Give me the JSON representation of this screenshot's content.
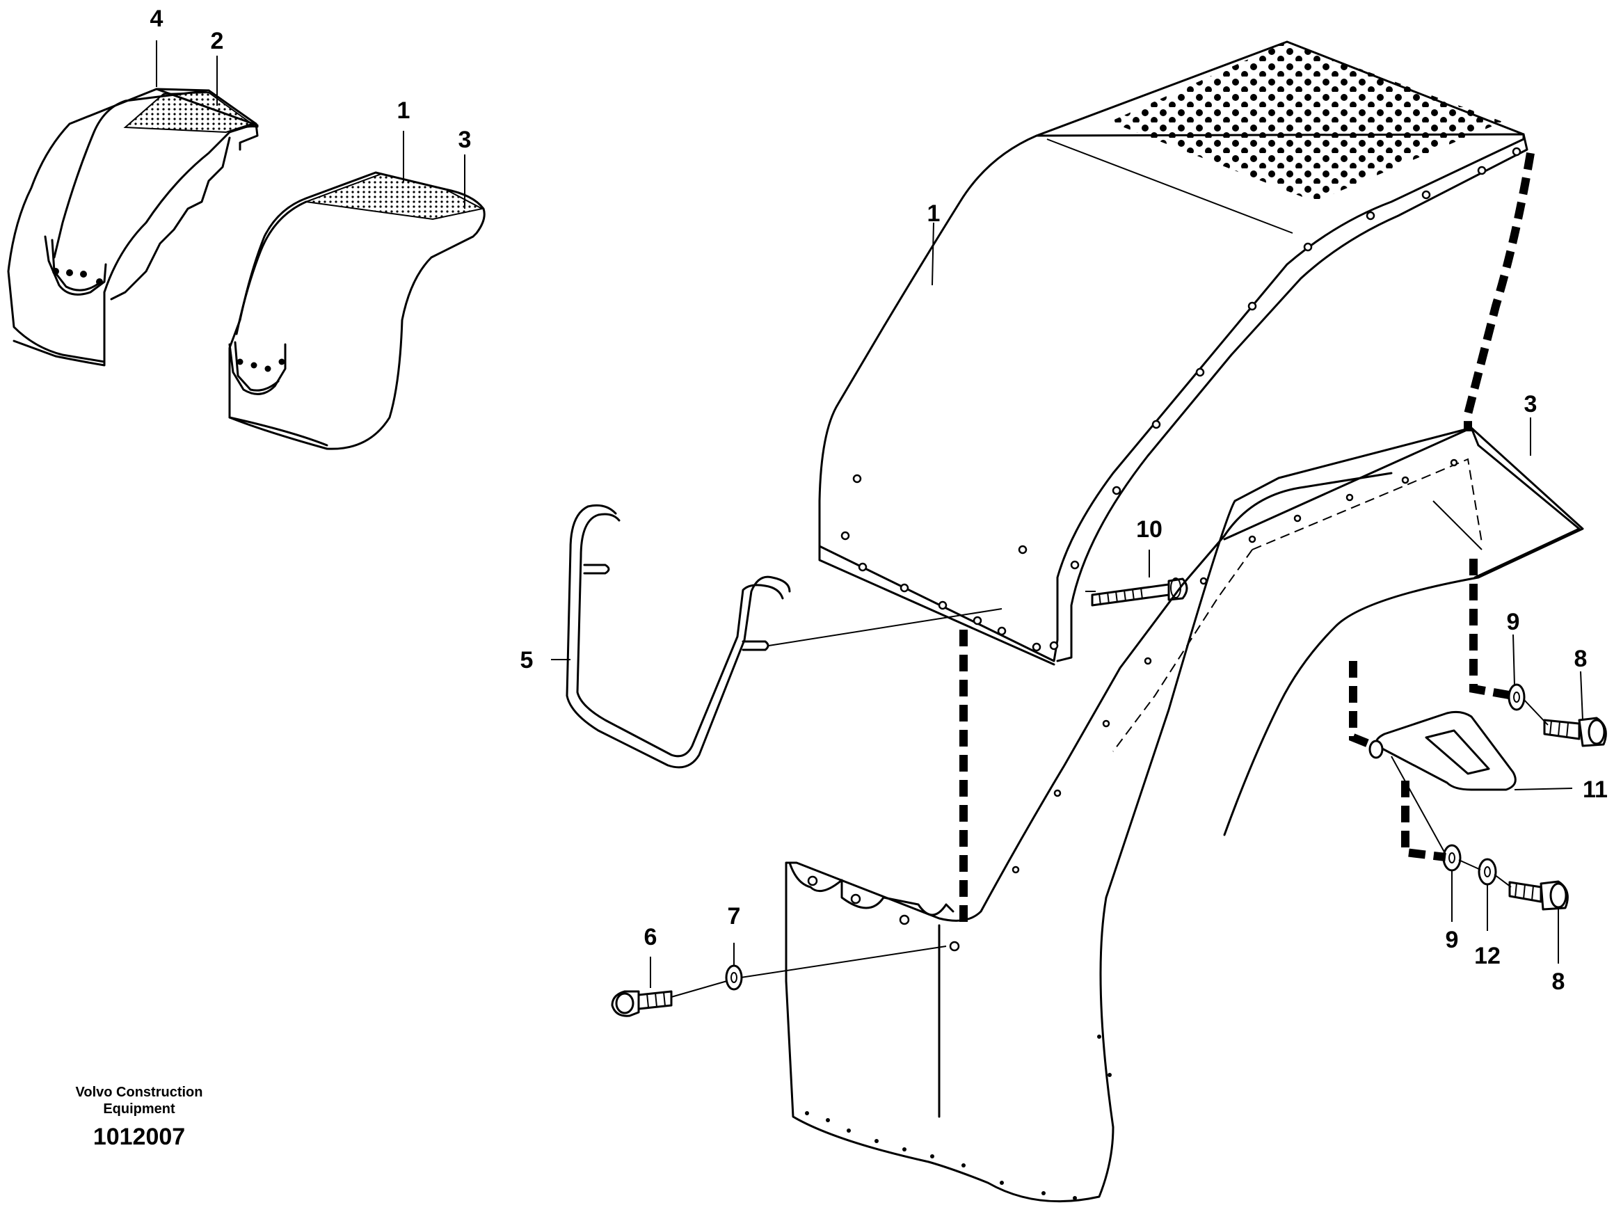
{
  "labels": {
    "small_4": "4",
    "small_2": "2",
    "small_1": "1",
    "small_3": "3",
    "main_1": "1",
    "main_3": "3",
    "main_5": "5",
    "main_6": "6",
    "main_7": "7",
    "main_8_top": "8",
    "main_8_bottom": "8",
    "main_9_top": "9",
    "main_9_bottom": "9",
    "main_10": "10",
    "main_11": "11",
    "main_12": "12"
  },
  "credit": {
    "line1": "Volvo Construction",
    "line2": "Equipment",
    "figure_number": "1012007"
  }
}
